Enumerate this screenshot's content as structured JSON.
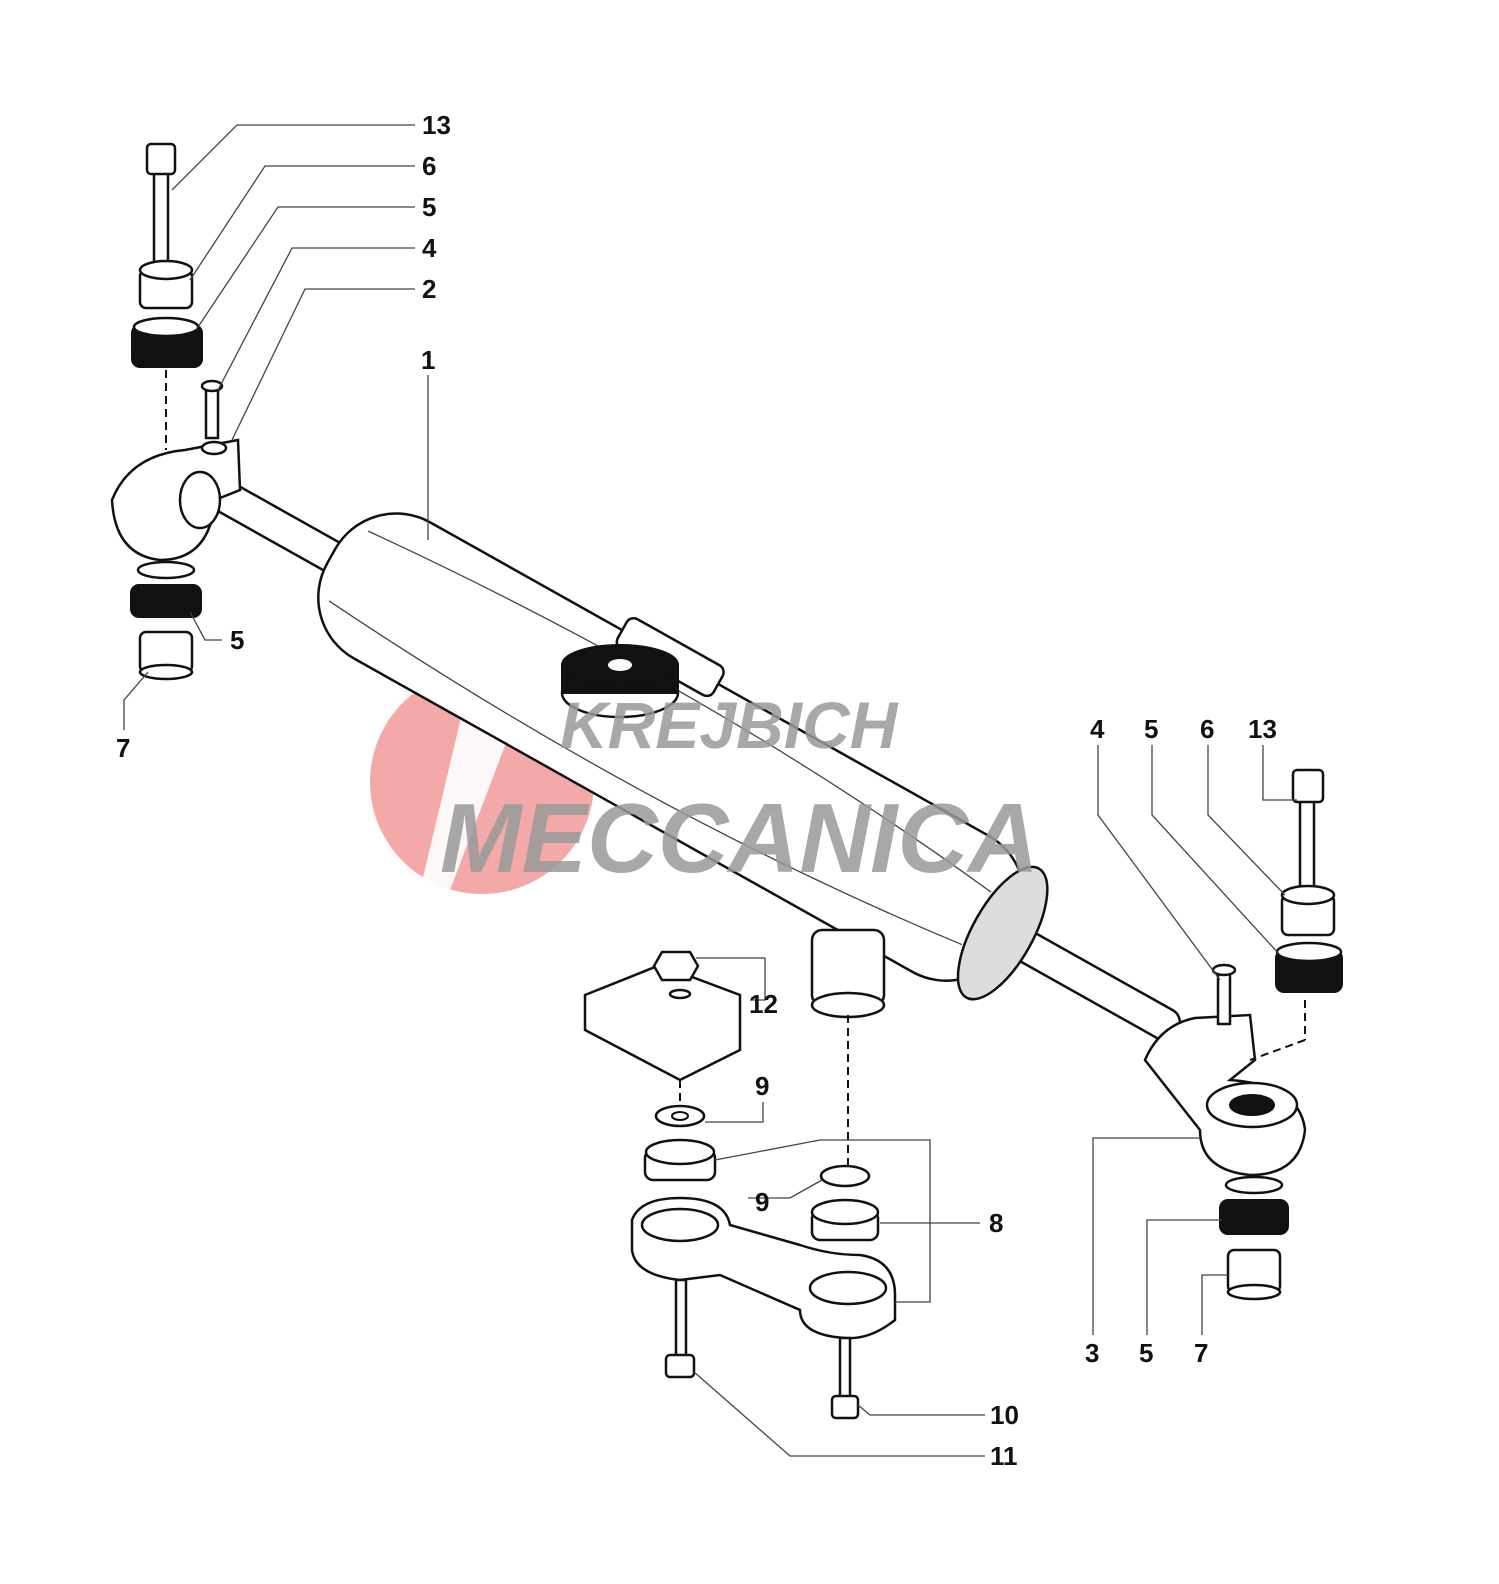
{
  "diagram": {
    "title": "Steering damper exploded view",
    "watermark": {
      "line1": "KREJBICH",
      "line2": "MECCANICA",
      "brand_color": "#f08c8c",
      "text_color": "#9a9a9a"
    },
    "callouts": {
      "top_left_13": "13",
      "top_left_6": "6",
      "top_left_5": "5",
      "top_left_4": "4",
      "top_left_2": "2",
      "body_1": "1",
      "left_lower_5": "5",
      "left_lower_7": "7",
      "right_4": "4",
      "right_5": "5",
      "right_6": "6",
      "right_13": "13",
      "bracket_12": "12",
      "bracket_9a": "9",
      "bracket_9b": "9",
      "bracket_8": "8",
      "right_bottom_3": "3",
      "right_bottom_5": "5",
      "right_bottom_7": "7",
      "bolt_10": "10",
      "bolt_11": "11"
    }
  }
}
